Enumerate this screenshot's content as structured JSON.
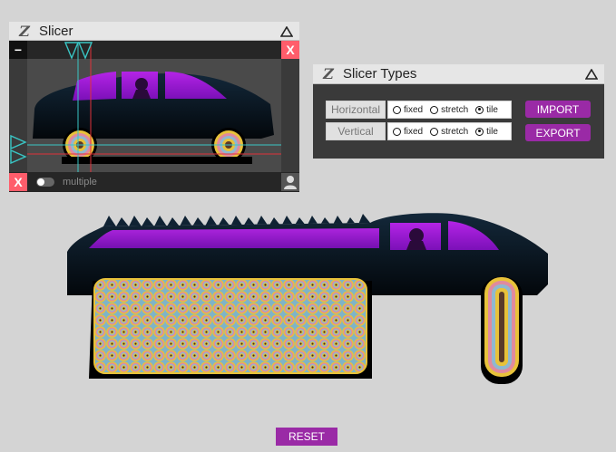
{
  "slicer_panel": {
    "title": "Slicer",
    "logo": "Z",
    "minus_label": "−",
    "close_label": "X",
    "remove_label": "X",
    "toggle_label": "multiple",
    "icons": {
      "collapse": "triangle-up-icon",
      "user": "user-icon"
    }
  },
  "types_panel": {
    "title": "Slicer Types",
    "logo": "Z",
    "rows": [
      {
        "label": "Horizontal",
        "options": [
          "fixed",
          "stretch",
          "tile"
        ],
        "selected": "tile"
      },
      {
        "label": "Vertical",
        "options": [
          "fixed",
          "stretch",
          "tile"
        ],
        "selected": "tile"
      }
    ],
    "import_label": "IMPORT",
    "export_label": "EXPORT"
  },
  "reset_label": "RESET",
  "colors": {
    "accent": "#9a2aa6",
    "close": "#ff5d6b",
    "car_top": "#0f2233",
    "window": "#9e1ad8",
    "guide_cyan": "#39c5c4",
    "guide_red": "#e0323a"
  }
}
